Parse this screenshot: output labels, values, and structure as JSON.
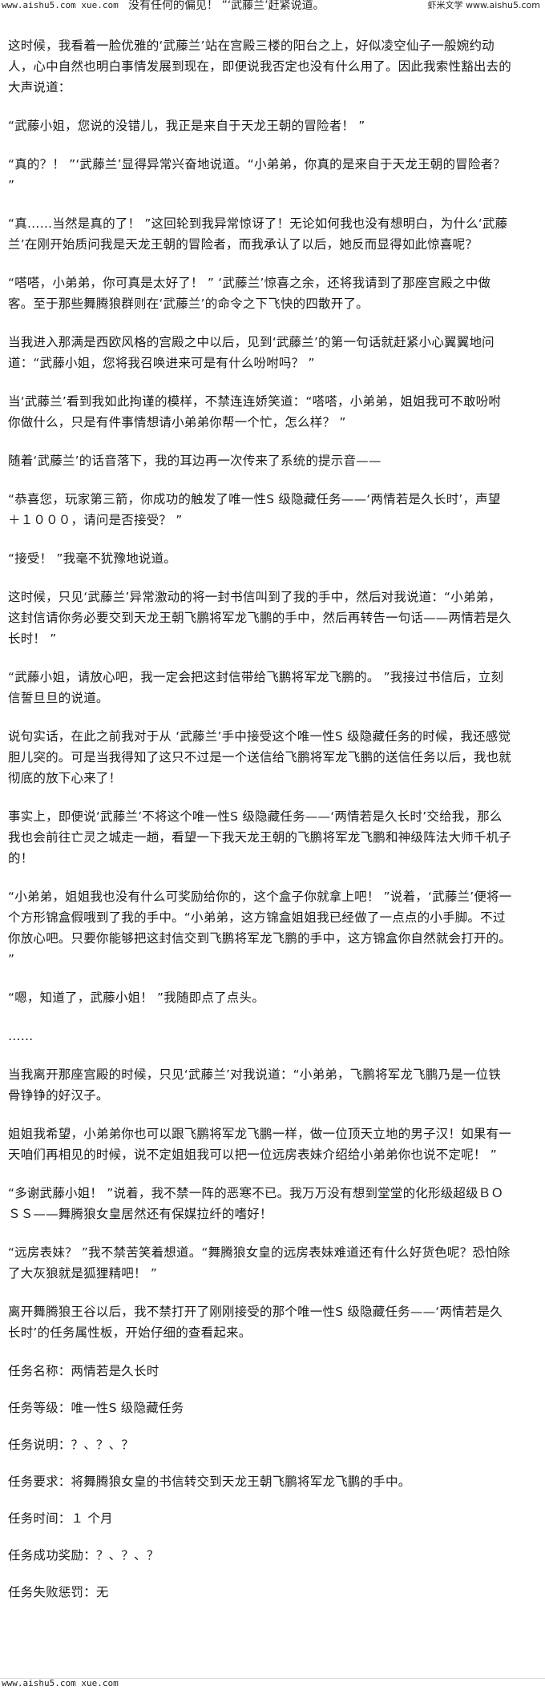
{
  "header": {
    "site_left": "www.aishu5.com   xue.com",
    "snippet": "没有任何的偏见！ ”‘武藤兰’赶紧说道。",
    "site_right": "虾米文学 www.aishu5.com"
  },
  "paragraphs": [
    "这时候，我看着一脸优雅的‘武藤兰’站在宫殿三楼的阳台之上，好似凌空仙子一般婉约动人，心中自然也明白事情发展到现在，即便说我否定也没有什么用了。因此我索性豁出去的大声说道：",
    "“武藤小姐，您说的没错儿，我正是来自于天龙王朝的冒险者！ ”",
    "“真的？！ ”‘武藤兰’显得异常兴奋地说道。“小弟弟，你真的是来自于天龙王朝的冒险者？ ”",
    "“真……当然是真的了！ ”这回轮到我异常惊讶了！无论如何我也没有想明白，为什么‘武藤兰’在刚开始质问我是天龙王朝的冒险者，而我承认了以后，她反而显得如此惊喜呢？",
    "“嗒嗒，小弟弟，你可真是太好了！ ” ‘武藤兰’惊喜之余，还将我请到了那座宫殿之中做客。至于那些舞腾狼群则在‘武藤兰’的命令之下飞快的四散开了。",
    "当我进入那满是西欧风格的宫殿之中以后，见到‘武藤兰’的第一句话就赶紧小心翼翼地问道：“武藤小姐，您将我召唤进来可是有什么吩咐吗？ ”",
    "当‘武藤兰’看到我如此拘谨的模样，不禁连连娇笑道：“嗒嗒，小弟弟，姐姐我可不敢吩咐你做什么，只是有件事情想请小弟弟你帮一个忙，怎么样？ ”",
    "随着‘武藤兰’的话音落下，我的耳边再一次传来了系统的提示音——",
    "“恭喜您，玩家第三箭，你成功的触发了唯一性S 级隐藏任务——‘两情若是久长时’，声望＋１０００，请问是否接受？ ”",
    "“接受！ ”我毫不犹豫地说道。",
    "这时候，只见‘武藤兰’异常激动的将一封书信叫到了我的手中，然后对我说道：“小弟弟，这封信请你务必要交到天龙王朝飞鹏将军龙飞鹏的手中，然后再转告一句话——两情若是久长时！ ”",
    "“武藤小姐，请放心吧，我一定会把这封信带给飞鹏将军龙飞鹏的。 ”我接过书信后，立刻信誓旦旦的说道。",
    "说句实话，在此之前我对于从 ‘武藤兰’手中接受这个唯一性S 级隐藏任务的时候，我还感觉胆儿突的。可是当我得知了这只不过是一个送信给飞鹏将军龙飞鹏的送信任务以后，我也就彻底的放下心来了！",
    "事实上，即便说‘武藤兰’不将这个唯一性S 级隐藏任务——‘两情若是久长时’交给我，那么我也会前往亡灵之城走一趟，看望一下我天龙王朝的飞鹏将军龙飞鹏和神级阵法大师千机子的！",
    "“小弟弟，姐姐我也没有什么可奖励给你的，这个盒子你就拿上吧！ ”说着，‘武藤兰’便将一个方形锦盒假哦到了我的手中。“小弟弟，这方锦盒姐姐我已经做了一点点的小手脚。不过你放心吧。只要你能够把这封信交到飞鹏将军龙飞鹏的手中，这方锦盒你自然就会打开的。 ”",
    "“嗯，知道了，武藤小姐！ ”我随即点了点头。",
    "……",
    "当我离开那座宫殿的时候，只见‘武藤兰’对我说道：“小弟弟，飞鹏将军龙飞鹏乃是一位铁骨铮铮的好汉子。",
    "姐姐我希望，小弟弟你也可以跟飞鹏将军龙飞鹏一样，做一位顶天立地的男子汉！如果有一天咱们再相见的时候，说不定姐姐我可以把一位远房表妹介绍给小弟弟你也说不定呢！ ”",
    "“多谢武藤小姐！ ”说着，我不禁一阵的恶寒不已。我万万没有想到堂堂的化形级超级ＢＯＳＳ——舞腾狼女皇居然还有保媒拉纤的嗜好！",
    "“远房表妹？ ”我不禁苦笑着想道。“舞腾狼女皇的远房表妹难道还有什么好货色呢？恐怕除了大灰狼就是狐狸精吧！ ”",
    "离开舞腾狼王谷以后，我不禁打开了刚刚接受的那个唯一性S 级隐藏任务——‘两情若是久长时’的任务属性板，开始仔细的查看起来。",
    "任务名称：两情若是久长时",
    "任务等级：唯一性S 级隐藏任务",
    "任务说明：？、？、？",
    "任务要求：将舞腾狼女皇的书信转交到天龙王朝飞鹏将军龙飞鹏的手中。",
    "任务时间：１ 个月",
    "任务成功奖励：？、？、？",
    "任务失败惩罚：无"
  ],
  "footer": {
    "site_left": "www.aishu5.com   xue.com"
  }
}
